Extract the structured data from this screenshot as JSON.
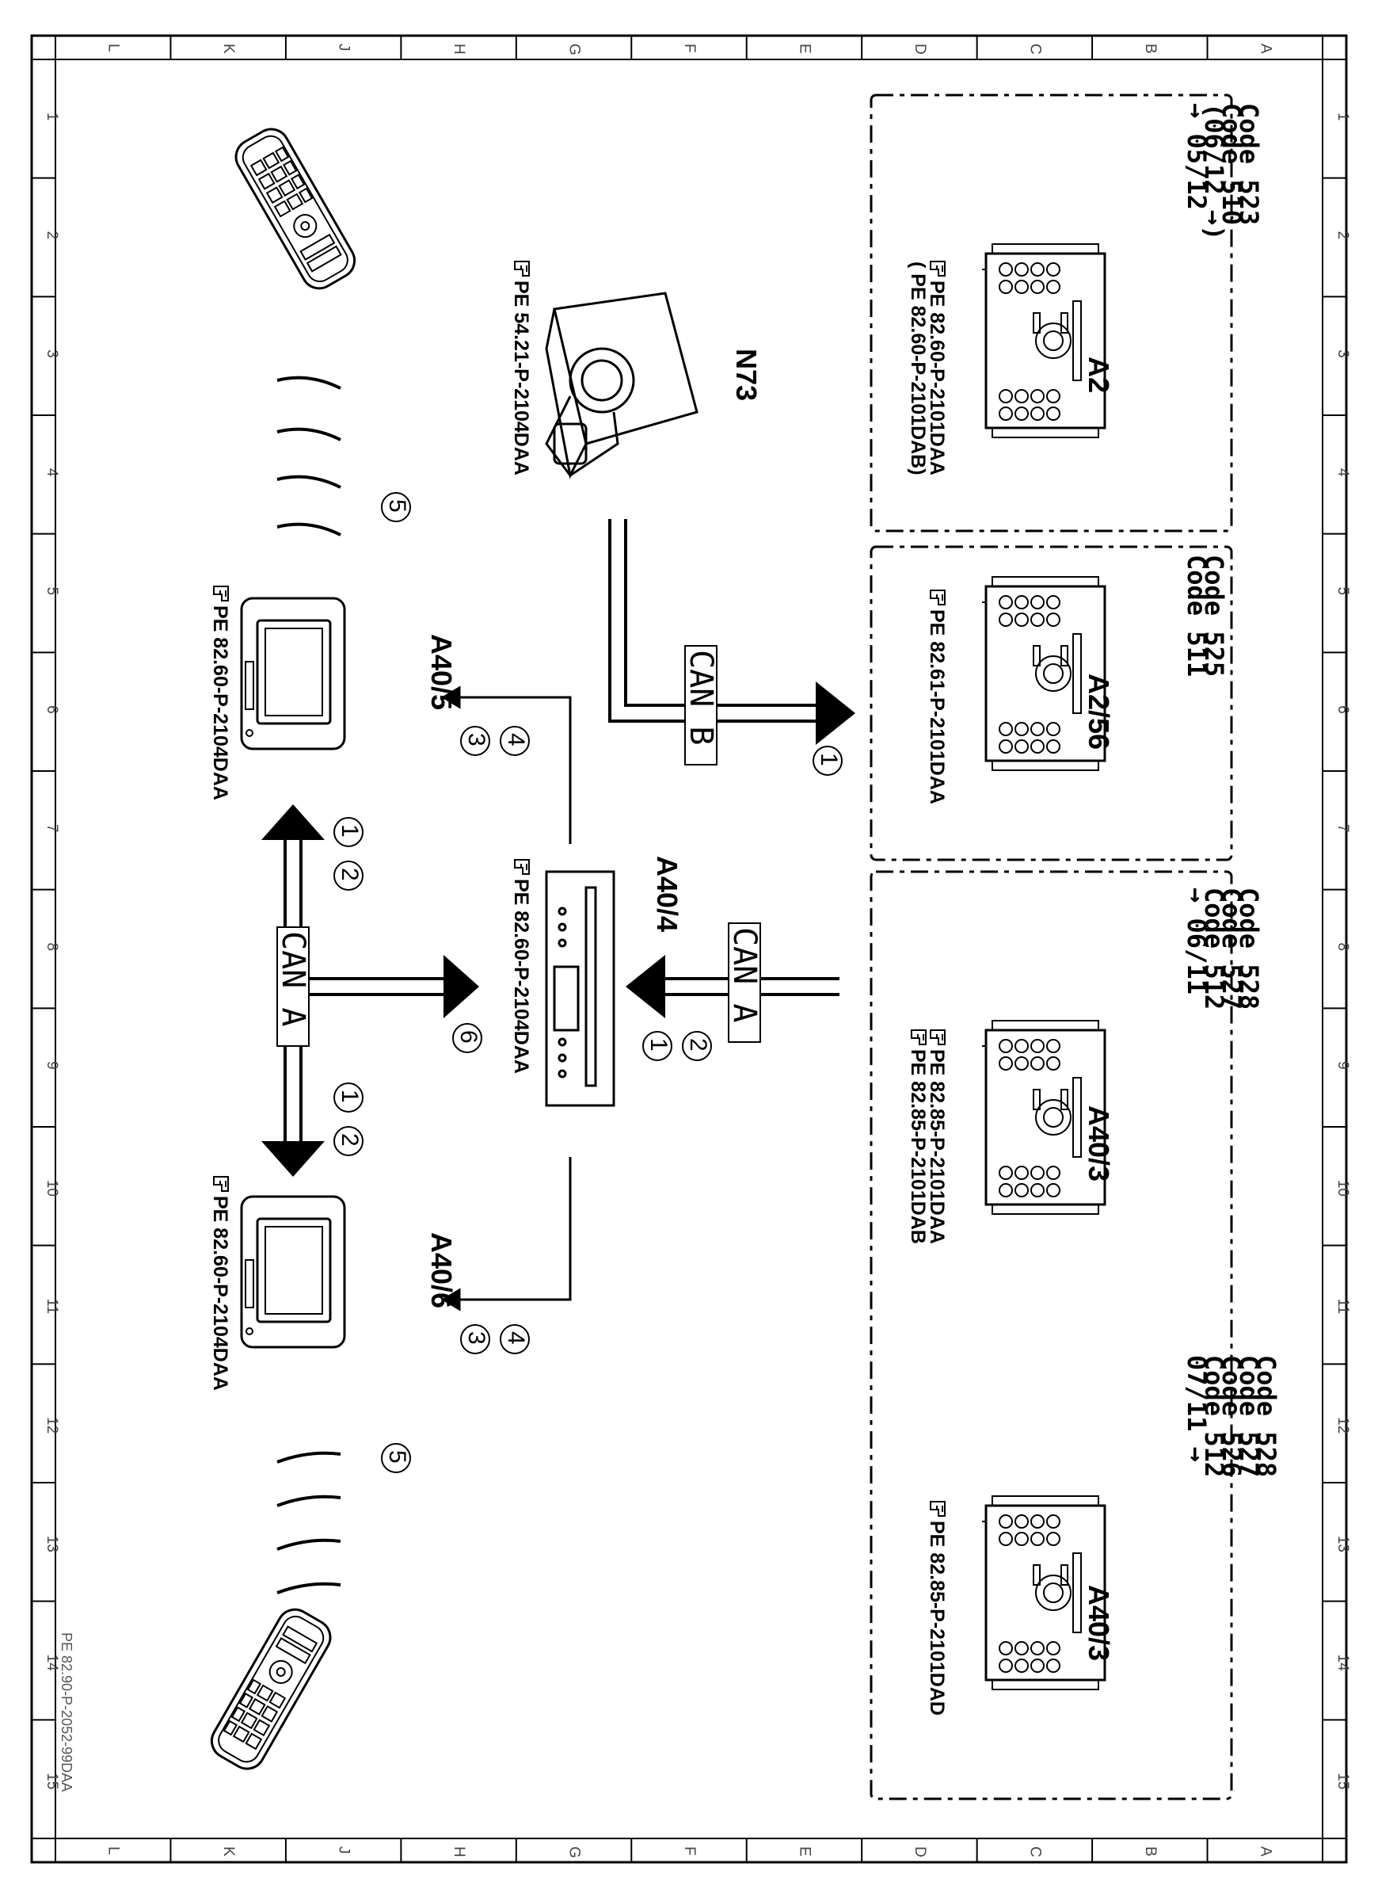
{
  "ruler": {
    "letters": [
      "A",
      "B",
      "C",
      "D",
      "E",
      "F",
      "G",
      "H",
      "J",
      "K",
      "L"
    ],
    "numbers": [
      "1",
      "2",
      "3",
      "4",
      "5",
      "6",
      "7",
      "8",
      "9",
      "10",
      "11",
      "12",
      "13",
      "14",
      "15"
    ]
  },
  "document_id": "PE 82.90-P-2052-99DAA",
  "components": {
    "a2": {
      "code_lines": [
        "→ 05/12",
        "(06/12 →)",
        "Code  510",
        "Code  523"
      ],
      "label": "A2",
      "refs": [
        "PE  82.60-P-2101DAA",
        "( PE  82.60-P-2101DAB)"
      ]
    },
    "a2_56": {
      "code_lines": [
        "Code  511",
        "Code  525"
      ],
      "label": "A2/56",
      "refs": [
        "PE  82.61-P-2101DAA"
      ]
    },
    "a40_3_first": {
      "code_lines": [
        "→ 06/11",
        "Code  512",
        "Code  527",
        "Code  528"
      ],
      "label": "A40/3",
      "refs": [
        "PE  82.85-P-2101DAA",
        "PE  82.85-P-2101DAB"
      ]
    },
    "a40_3_second": {
      "code_lines": [
        "07/11 →",
        "Code  512",
        "Code  526",
        "Code  527",
        "Code  528"
      ],
      "label": "A40/3",
      "refs": [
        "PE  82.85-P-2101DAD"
      ]
    },
    "n73": {
      "label": "N73",
      "ref": "PE  54.21-P-2104DAA"
    },
    "a40_4": {
      "label": "A40/4",
      "ref": "PE  82.60-P-2104DAA"
    },
    "a40_5": {
      "label": "A40/5",
      "ref": "PE  82.60-P-2104DAA"
    },
    "a40_6": {
      "label": "A40/6",
      "ref": "PE  82.60-P-2104DAA"
    }
  },
  "buses": {
    "can_b": "CAN  B",
    "can_a_top": "CAN  A",
    "can_a_bottom": "CAN  A"
  },
  "signals": {
    "n1": "1",
    "n2": "2",
    "n3": "3",
    "n4": "4",
    "n5": "5",
    "n6": "6"
  },
  "icons": [
    "radio-unit-icon",
    "ignition-switch-icon",
    "dvd-player-icon",
    "rear-display-icon",
    "remote-control-icon",
    "reference-hand-icon",
    "signal-waves-icon"
  ]
}
